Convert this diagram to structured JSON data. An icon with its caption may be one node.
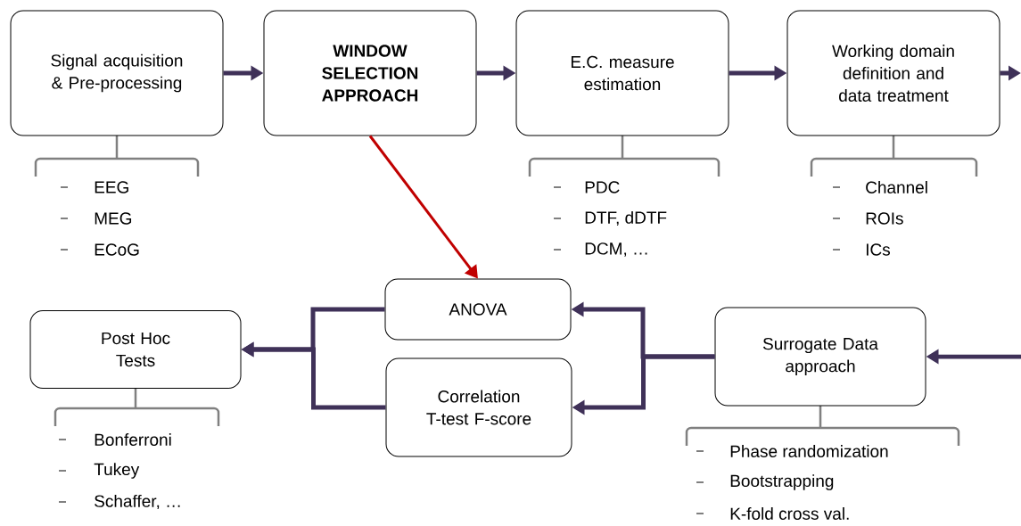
{
  "diagram": {
    "nodes": [
      {
        "text": [
          "Signal acquisition & Pre-processing"
        ],
        "beside": [
          "EEG",
          "MEG",
          "ECoG"
        ]
      },
      {
        "text": [
          "WINDOW SELECTION APPROACH"
        ]
      },
      {
        "text": [
          "E.C. measure estimation"
        ],
        "beside": [
          "PDC",
          "DTF, dDTF",
          "DCM, …"
        ]
      },
      {
        "text": [
          "Working domain definition and data treatment"
        ],
        "beside": [
          "Channel",
          "ROIs",
          "ICs"
        ]
      },
      {
        "text": [
          "ANOVA"
        ]
      },
      {
        "text": [
          "Correlation T-test F-score"
        ]
      },
      {
        "text": [
          "Surrogate Data approach"
        ],
        "beside": [
          "Phase randomization",
          "Bootstrapping",
          "K-fold cross val."
        ]
      },
      {
        "text": [
          "Post Hoc Tests"
        ],
        "beside": [
          "Bonferroni",
          "Tukey",
          "Schaffer, …"
        ]
      }
    ],
    "edges": [
      {
        "from": 0,
        "to": 1,
        "arrow": "to"
      },
      {
        "from": 1,
        "to": 2,
        "arrow": "to"
      },
      {
        "from": 2,
        "to": 3,
        "arrow": "to"
      },
      {
        "from": 3,
        "to": null,
        "arrow": "to"
      },
      {
        "from": null,
        "to": 6,
        "arrow": "to"
      },
      {
        "from": 6,
        "to": 4,
        "arrow": "to"
      },
      {
        "from": 6,
        "to": 5,
        "arrow": "to"
      },
      {
        "from": 4,
        "to": 7,
        "arrow": "to"
      },
      {
        "from": 5,
        "to": 7,
        "arrow": "to"
      },
      {
        "from": 1,
        "to": 4,
        "arrow": "to",
        "color": "#c00000"
      }
    ]
  }
}
